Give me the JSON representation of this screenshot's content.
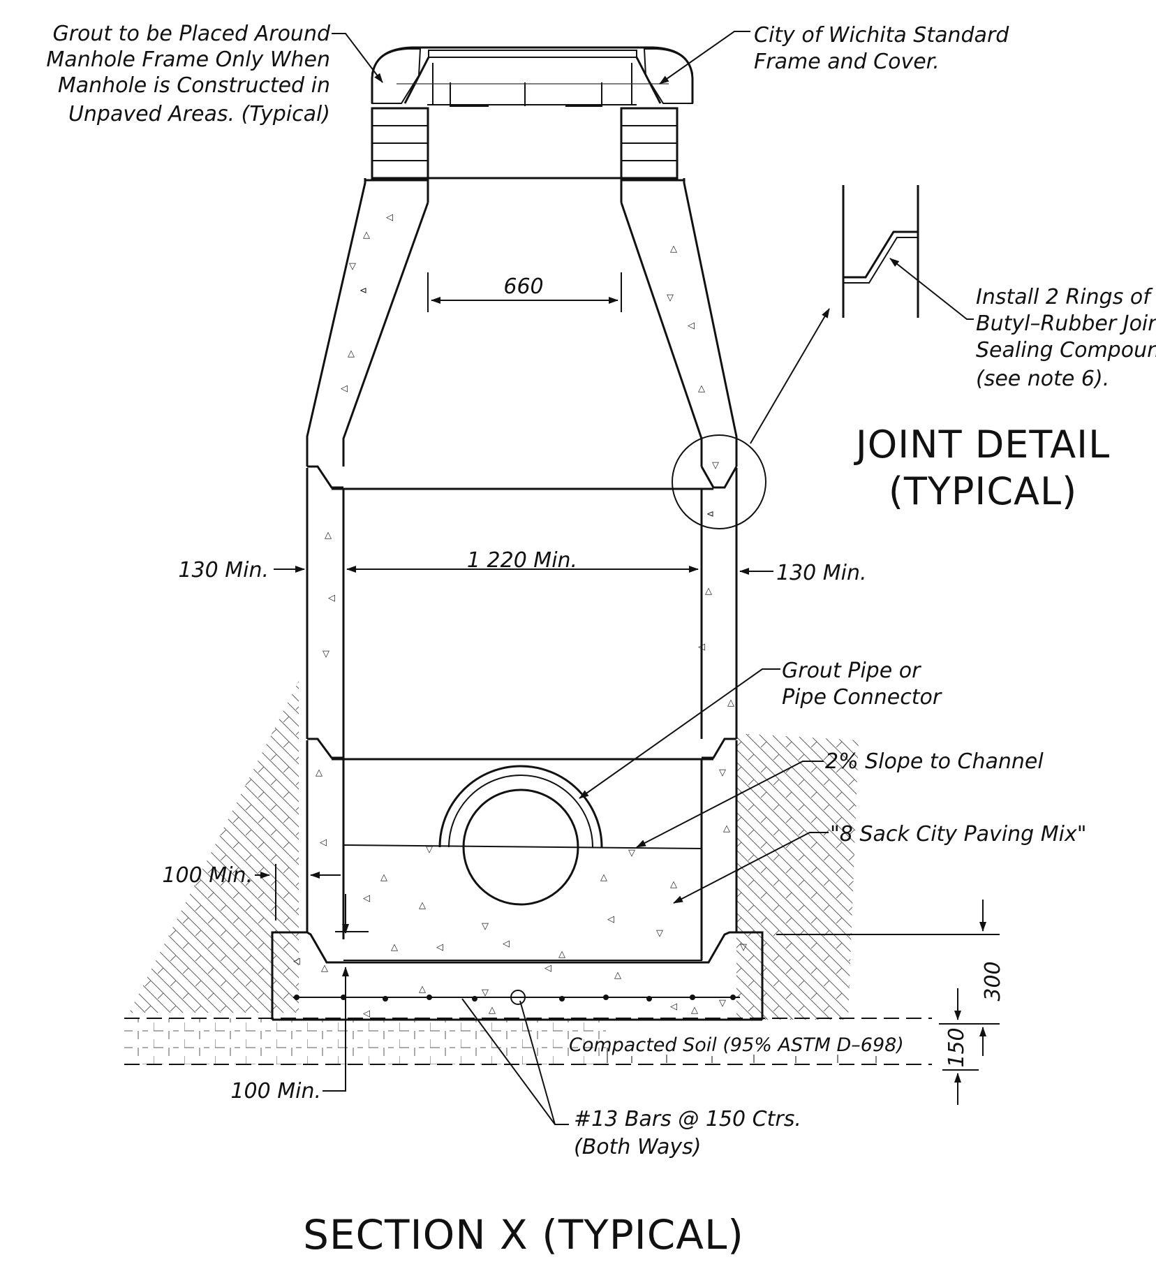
{
  "notes": {
    "grout_frame": [
      "Grout to be Placed Around",
      "Manhole Frame Only When",
      "Manhole is Constructed in",
      "Unpaved Areas. (Typical)"
    ],
    "frame_cover": [
      "City of Wichita Standard",
      "Frame and Cover."
    ],
    "joint_install": [
      "Install 2 Rings of",
      "Butyl–Rubber Joint",
      "Sealing Compound",
      "(see note 6)."
    ],
    "grout_pipe": [
      "Grout Pipe or",
      "Pipe Connector"
    ],
    "slope": "2% Slope to Channel",
    "paving_mix": "\"8 Sack City Paving Mix\"",
    "compacted_soil": "Compacted Soil (95% ASTM D–698)",
    "bars": [
      "#13 Bars @ 150 Ctrs.",
      "(Both Ways)"
    ]
  },
  "dimensions": {
    "cone_opening": "660",
    "inner_diameter": "1 220 Min.",
    "wall_left": "130 Min.",
    "wall_right": "130 Min.",
    "base_projection": "100 Min.",
    "base_thickness_note": "100 Min.",
    "base_depth": "300",
    "bedding_depth": "150"
  },
  "titles": {
    "joint_detail": [
      "JOINT DETAIL",
      "(TYPICAL)"
    ],
    "section": "SECTION X (TYPICAL)"
  }
}
